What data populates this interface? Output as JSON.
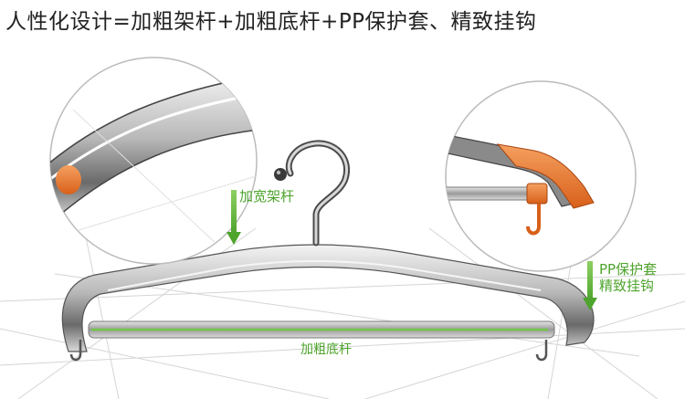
{
  "headline": "人性化设计=加粗架杆+加粗底杆+PP保护套、精致挂钩",
  "callouts": {
    "frame_bar": "加宽架杆",
    "pp_cover_line1": "PP保护套",
    "pp_cover_line2": "精致挂钩",
    "bottom_bar": "加粗底杆"
  },
  "colors": {
    "accent_green": "#4ea42d",
    "pp_orange": "#e87a2a",
    "metal_gray": "#9a9a9a",
    "sketch_line": "#cfcfcf",
    "text_dark": "#222222"
  }
}
